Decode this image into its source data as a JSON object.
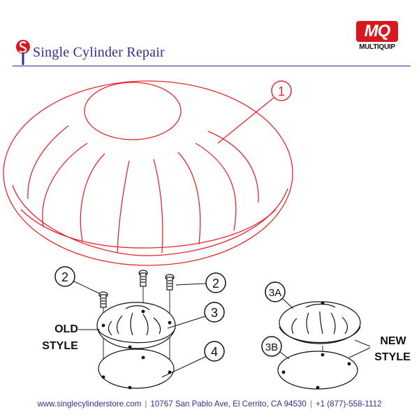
{
  "header": {
    "brand_name": "Single Cylinder Repair",
    "brand_logo_icon": "sc-monogram-icon",
    "manufacturer_logo_text": "MQ",
    "manufacturer_name": "MULTIQUIP",
    "colors": {
      "brand": "#2e3192",
      "manufacturer_red": "#d7181f",
      "highlight_part": "#e8262c"
    }
  },
  "callouts": {
    "part_1": "1",
    "part_2_left": "2",
    "part_2_right": "2",
    "part_3": "3",
    "part_4": "4",
    "part_3a": "3A",
    "part_3b": "3B"
  },
  "labels": {
    "old_style_line1": "OLD",
    "old_style_line2": "STYLE",
    "new_style_line1": "NEW",
    "new_style_line2": "STYLE"
  },
  "footer": {
    "website": "www.singlecylinderstore.com",
    "address": "10767 San Pablo Ave, El Cerrito, CA 94530",
    "phone": "+1 (877)-558-1112"
  }
}
